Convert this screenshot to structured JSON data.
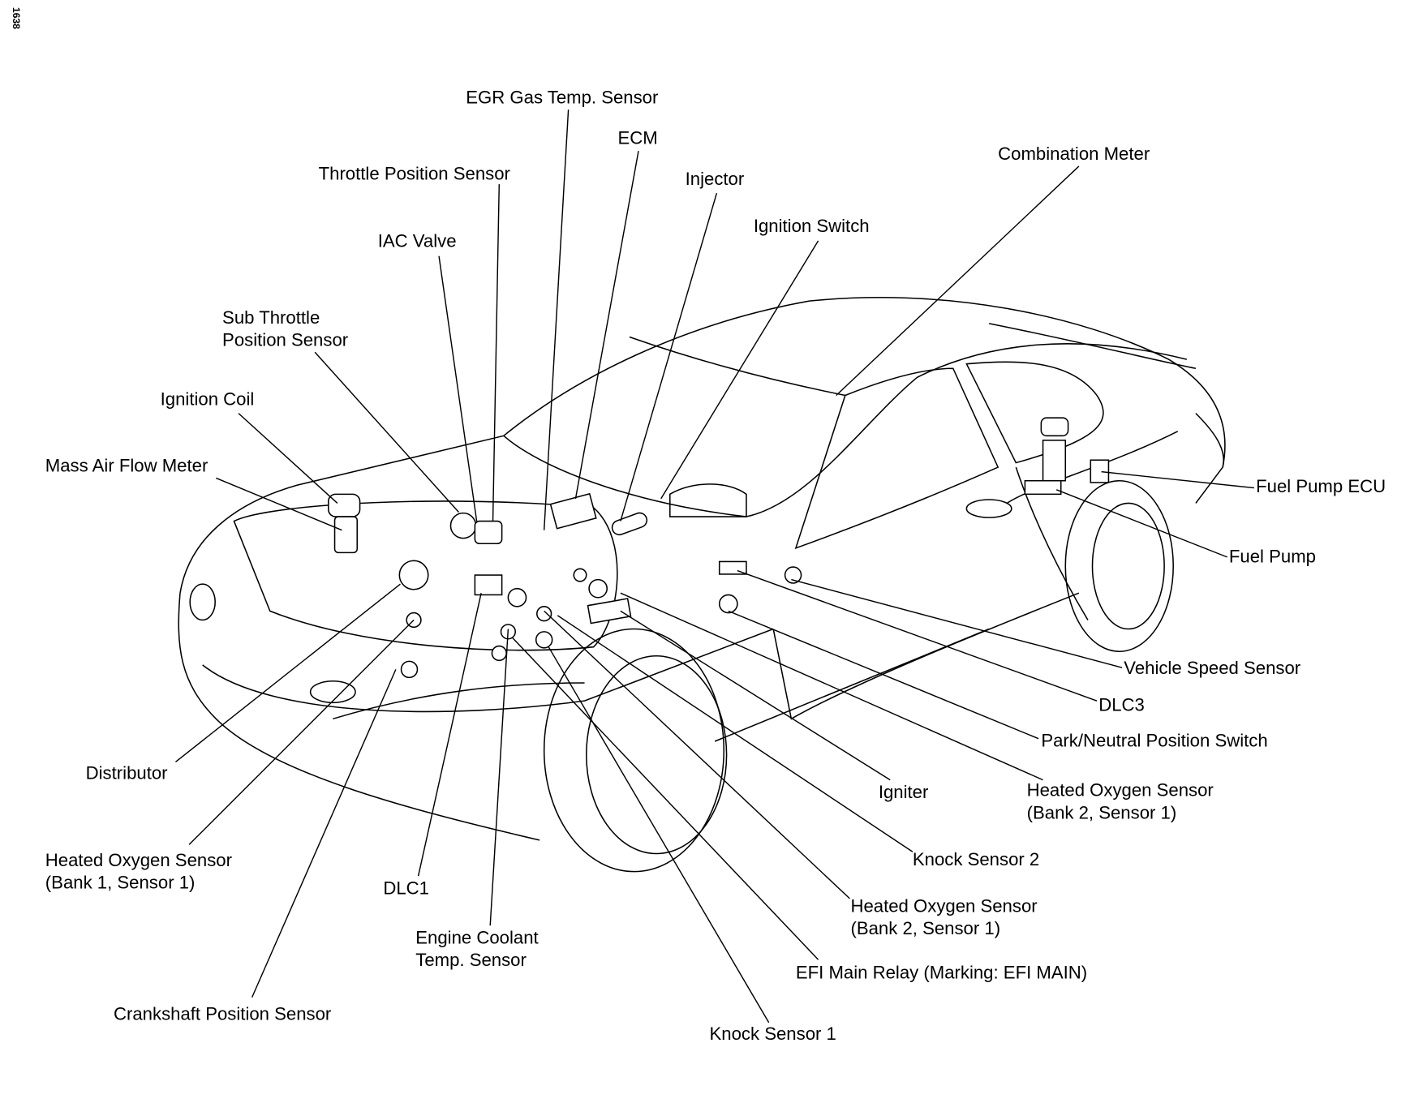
{
  "page_number": "1638",
  "labels": {
    "egr_gas_temp_sensor": "EGR Gas Temp. Sensor",
    "ecm": "ECM",
    "throttle_position_sensor": "Throttle Position Sensor",
    "injector": "Injector",
    "combination_meter": "Combination Meter",
    "ignition_switch": "Ignition Switch",
    "iac_valve": "IAC Valve",
    "sub_throttle_1": "Sub Throttle",
    "sub_throttle_2": "Position Sensor",
    "ignition_coil": "Ignition Coil",
    "mass_air_flow_meter": "Mass Air Flow Meter",
    "fuel_pump_ecu": "Fuel Pump ECU",
    "fuel_pump": "Fuel Pump",
    "vehicle_speed_sensor": "Vehicle Speed Sensor",
    "dlc3": "DLC3",
    "park_neutral_switch": "Park/Neutral Position Switch",
    "igniter": "Igniter",
    "ho2s_b2s1_a_1": "Heated Oxygen Sensor",
    "ho2s_b2s1_a_2": "(Bank 2, Sensor 1)",
    "knock_sensor_2": "Knock Sensor 2",
    "ho2s_b2s1_b_1": "Heated Oxygen Sensor",
    "ho2s_b2s1_b_2": "(Bank 2, Sensor 1)",
    "efi_main_relay": "EFI Main Relay (Marking: EFI MAIN)",
    "knock_sensor_1": "Knock Sensor 1",
    "distributor": "Distributor",
    "ho2s_b1s1_1": "Heated Oxygen Sensor",
    "ho2s_b1s1_2": "(Bank 1, Sensor 1)",
    "dlc1": "DLC1",
    "ect_sensor_1": "Engine Coolant",
    "ect_sensor_2": "Temp. Sensor",
    "crankshaft_position_sensor": "Crankshaft Position Sensor"
  }
}
